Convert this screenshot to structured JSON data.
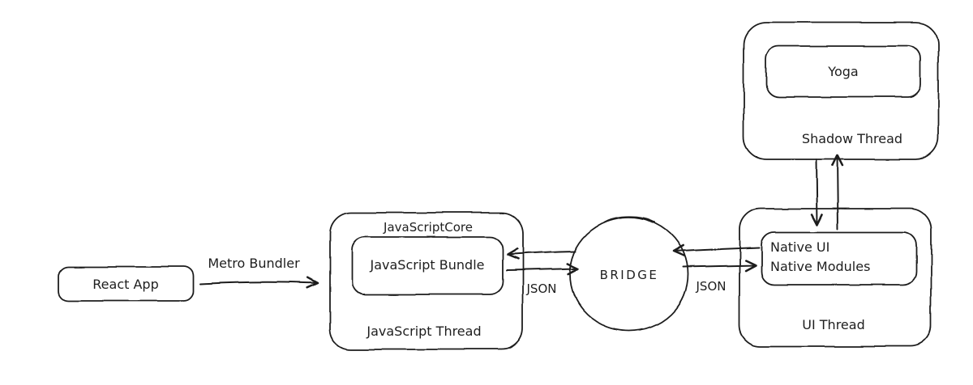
{
  "diagram": {
    "background": "#ffffff",
    "ink": "#1e1e1e",
    "react_app": {
      "label": "React App"
    },
    "metro_arrow": {
      "label": "Metro Bundler"
    },
    "js_thread_box": {
      "title": "JavaScriptCore",
      "inner": "JavaScript Bundle",
      "caption": "JavaScript Thread"
    },
    "bridge": {
      "label": "BRIDGE"
    },
    "json_left": {
      "label": "JSON"
    },
    "json_right": {
      "label": "JSON"
    },
    "ui_thread_box": {
      "inner_line1": "Native UI",
      "inner_line2": "Native Modules",
      "caption": "UI Thread"
    },
    "shadow_thread_box": {
      "inner": "Yoga",
      "caption": "Shadow Thread"
    }
  }
}
